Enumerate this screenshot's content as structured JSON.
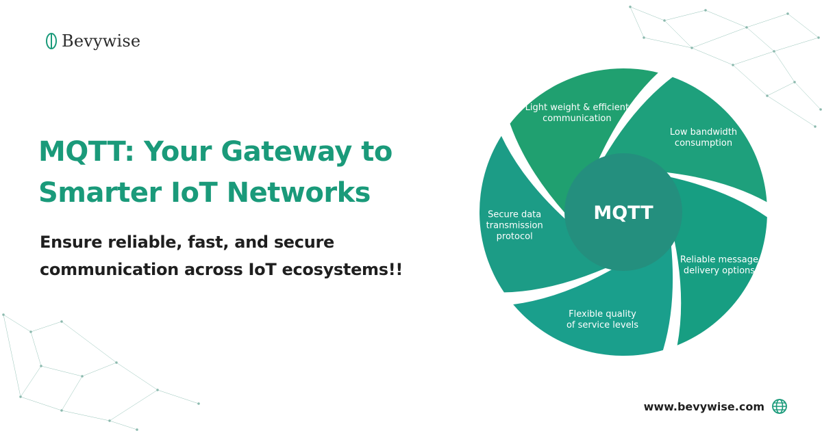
{
  "brand": {
    "name": "Bevywise"
  },
  "headline": {
    "line1": "MQTT: Your Gateway to",
    "line2": "Smarter IoT Networks"
  },
  "subline": {
    "line1": "Ensure reliable, fast, and secure",
    "line2": "communication across IoT ecosystems!!"
  },
  "diagram": {
    "center": "MQTT",
    "segments": [
      {
        "lines": [
          "Light weight & efficient",
          "communication"
        ],
        "color": "#20a070"
      },
      {
        "lines": [
          "Low bandwidth",
          "consumption"
        ],
        "color": "#1ea07c"
      },
      {
        "lines": [
          "Reliable message",
          "delivery options"
        ],
        "color": "#179e82"
      },
      {
        "lines": [
          "Flexible quality",
          "of service levels"
        ],
        "color": "#1a9f8c"
      },
      {
        "lines": [
          "Secure data",
          "transmission",
          "protocol"
        ],
        "color": "#1c9c86"
      }
    ],
    "center_color": "#248f7e"
  },
  "footer": {
    "website": "www.bevywise.com"
  },
  "icons": {
    "logo": "leaf-logo-icon",
    "website": "globe-icon"
  },
  "colors": {
    "accent": "#1a9a7a",
    "text": "#1f1f1f"
  }
}
